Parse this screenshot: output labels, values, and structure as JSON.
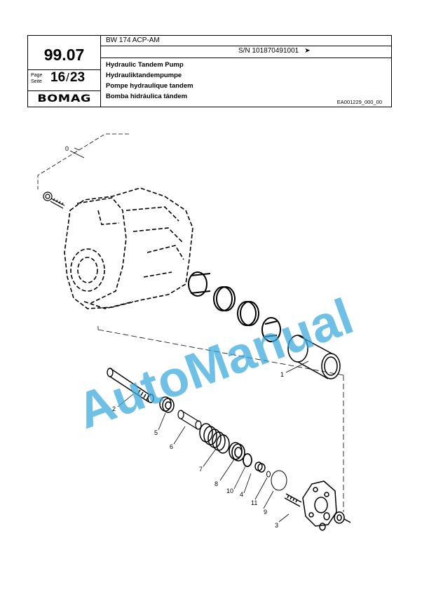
{
  "header": {
    "model": "BW 174 ACP-AM",
    "serial": "S/N 101870491001",
    "serial_arrow": "➤",
    "section": "99.07",
    "page_label_1": "Page",
    "page_label_2": "Seite",
    "page_current": "16",
    "page_sep": "/",
    "page_total": "23",
    "brand": "BOMAG",
    "titles": [
      "Hydraulic Tandem Pump",
      "Hydrauliktandempumpe",
      "Pompe hydraulique tandem",
      "Bomba hidráulica tándem"
    ],
    "doc_ref": "EA001229_000_00"
  },
  "callouts": [
    "0",
    "1",
    "2",
    "3",
    "4",
    "5",
    "6",
    "7",
    "8",
    "9",
    "10",
    "11"
  ],
  "watermark": "AutoManual"
}
